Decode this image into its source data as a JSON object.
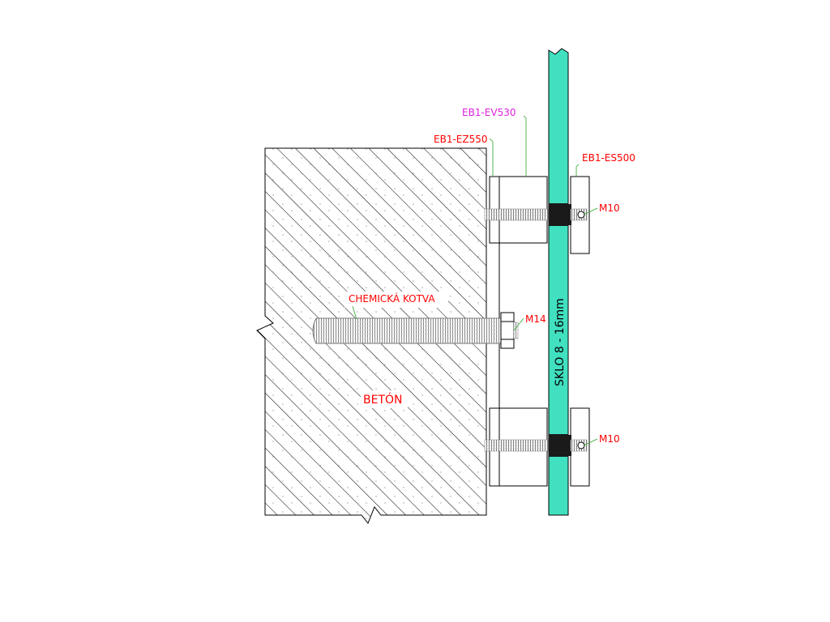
{
  "labels": {
    "ev530": "EB1-EV530",
    "ez550": "EB1-EZ550",
    "es500": "EB1-ES500",
    "m10_top": "M10",
    "m10_bottom": "M10",
    "m14": "M14",
    "chem_anchor": "CHEMICKÁ KOTVA",
    "concrete": "BETÓN",
    "glass": "SKLO  8 - 16mm"
  },
  "colors": {
    "glass": "#40e0c0",
    "label_red": "#ff0000",
    "label_magenta": "#e020e0",
    "leader_green": "#2aa52a",
    "line": "#000000"
  }
}
